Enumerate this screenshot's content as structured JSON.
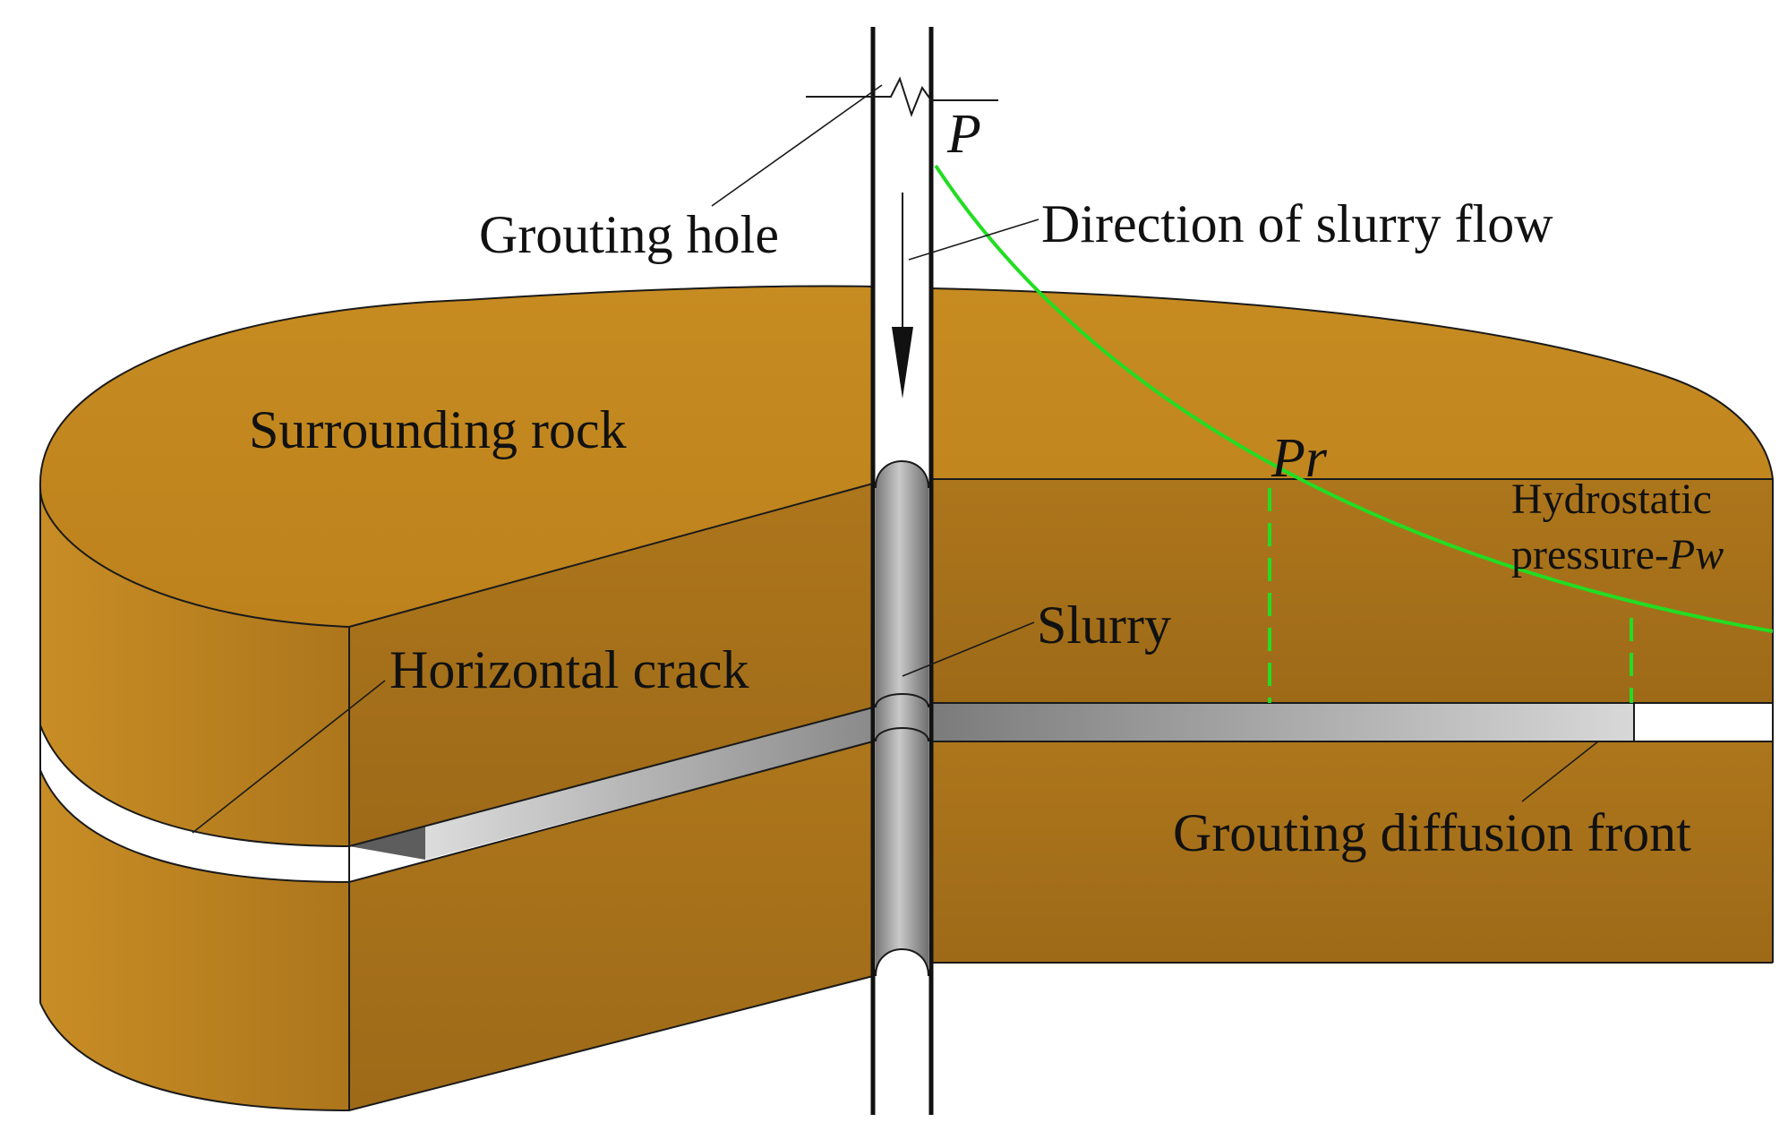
{
  "labels": {
    "grouting_hole": "Grouting hole",
    "direction_of_slurry_flow": "Direction of slurry flow",
    "surrounding_rock": "Surrounding rock",
    "slurry": "Slurry",
    "horizontal_crack": "Horizontal crack",
    "hydrostatic_line1": "Hydrostatic",
    "hydrostatic_line2": "pressure-",
    "hydrostatic_symbol": "Pw",
    "grouting_diffusion_front": "Grouting diffusion front",
    "p": "P",
    "pr": "Pr"
  },
  "colors": {
    "rock_top": "#c58a22",
    "rock_side": "#b57d1e",
    "rock_front": "#a9731b",
    "slurry_gray": "#8c8c8c",
    "pressure_curve": "#22dd22",
    "crack_open": "#ffffff",
    "outline": "#1a1a1a"
  }
}
